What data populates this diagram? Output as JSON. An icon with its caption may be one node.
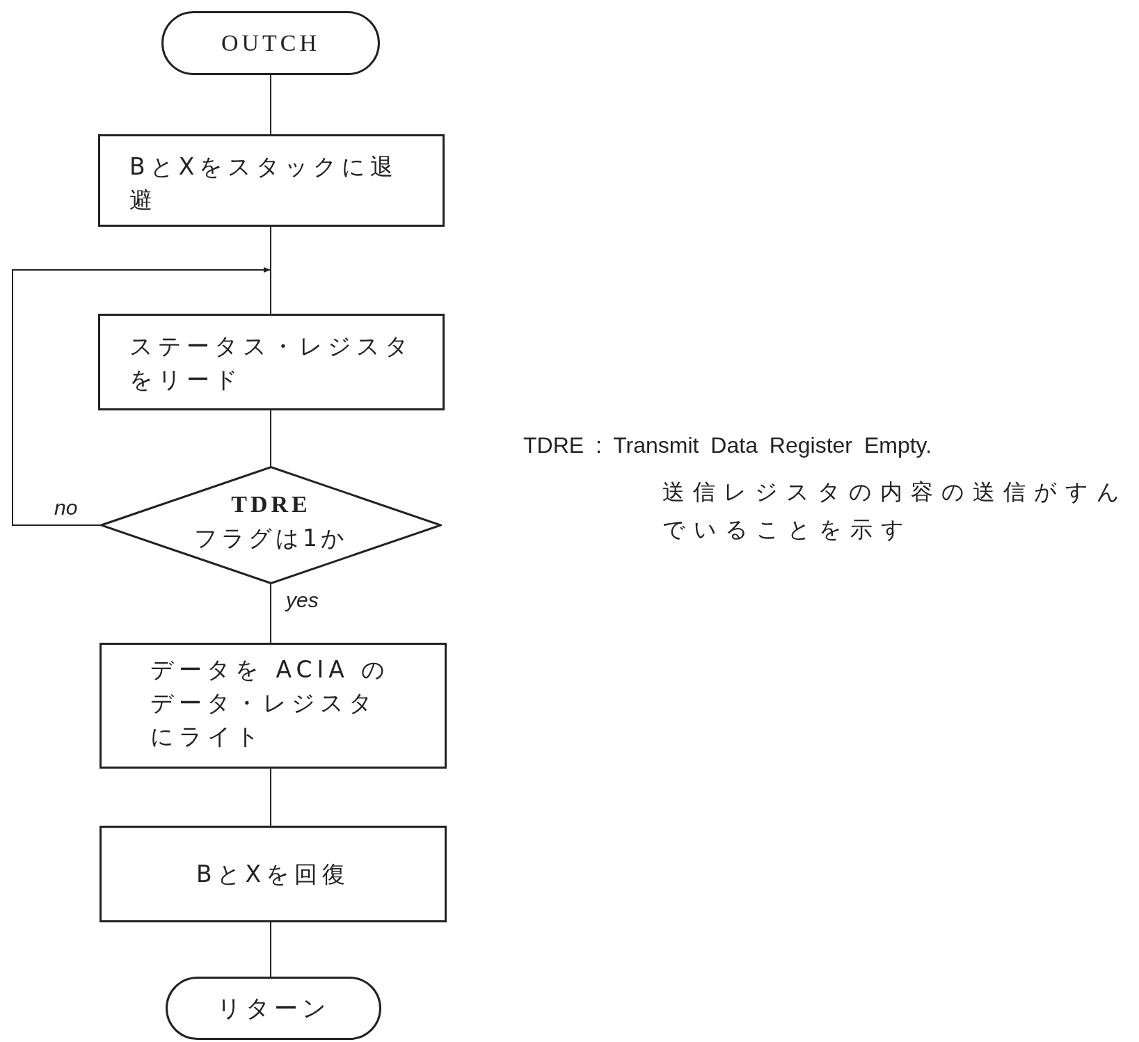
{
  "diagram": {
    "nodes": [
      {
        "text": [
          "OUTCH"
        ]
      },
      {
        "text": [
          "BとXをスタックに退避"
        ]
      },
      {
        "text": [
          "ステータス・レジスタをリード"
        ]
      },
      {
        "text": [
          "TDRE",
          "フラグは1か"
        ]
      },
      {
        "text": [
          "データを ACIA のデータ・レジスタにライト"
        ]
      },
      {
        "text": [
          "BとXを回復"
        ]
      },
      {
        "text": [
          "リターン"
        ]
      }
    ],
    "edges": [
      {
        "from": 0,
        "to": 1,
        "arrow": "none"
      },
      {
        "from": 1,
        "to": 2,
        "arrow": "none"
      },
      {
        "from": 3,
        "to": 2,
        "arrow": "to",
        "label": "no"
      },
      {
        "from": 2,
        "to": 3,
        "arrow": "none"
      },
      {
        "from": 3,
        "to": 4,
        "arrow": "none",
        "label": "yes"
      },
      {
        "from": 4,
        "to": 5,
        "arrow": "none"
      },
      {
        "from": 5,
        "to": 6,
        "arrow": "none"
      }
    ],
    "labels": [
      "TDRE : Transmit Data Register Empty.",
      "送信レジスタの内容の送信がすんでいることを示す"
    ]
  }
}
